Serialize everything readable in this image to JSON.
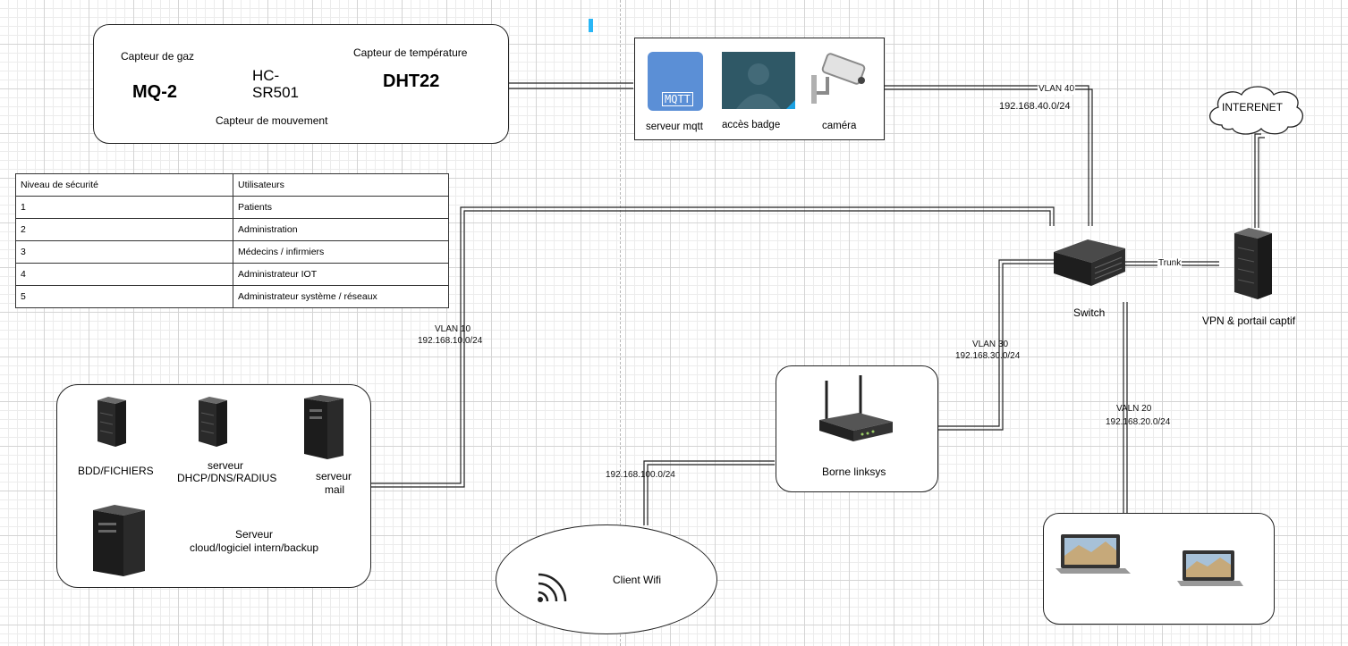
{
  "sensors": {
    "gas_label": "Capteur de gaz",
    "gas_model": "MQ-2",
    "motion_model": "HC-SR501",
    "motion_label": "Capteur de mouvement",
    "temp_label": "Capteur de température",
    "temp_model": "DHT22"
  },
  "services": {
    "mqtt_icon_text": "MQTT",
    "mqtt_label": "serveur mqtt",
    "badge_label": "accès badge",
    "camera_label": "caméra"
  },
  "table": {
    "headers": [
      "Niveau de sécurité",
      "Utilisateurs"
    ],
    "rows": [
      [
        "1",
        "Patients"
      ],
      [
        "2",
        "Administration"
      ],
      [
        "3",
        "Médecins / infirmiers"
      ],
      [
        "4",
        "Administrateur IOT"
      ],
      [
        "5",
        "Administrateur système / réseaux"
      ]
    ]
  },
  "network": {
    "vlan40": "VLAN 40",
    "vlan40_net": "192.168.40.0/24",
    "vlan10": "VLAN 10",
    "vlan10_net": "192.168.10.0/24",
    "vlan30": "VLAN 30",
    "vlan30_net": "192.168.30.0/24",
    "vlan20": "VALN 20",
    "vlan20_net": "192.168.20.0/24",
    "wifi_net": "192.168.100.0/24",
    "trunk": "Trunk"
  },
  "nodes": {
    "internet": "INTERENET",
    "switch": "Switch",
    "vpn": "VPN & portail captif",
    "router": "Borne  linksys",
    "wifi_client": "Client Wifi"
  },
  "servers": {
    "bdd": "BDD/FICHIERS",
    "dhcp_line1": "serveur",
    "dhcp_line2": "DHCP/DNS/RADIUS",
    "mail_line1": "serveur",
    "mail_line2": "mail",
    "cloud_line1": "Serveur",
    "cloud_line2": "cloud/logiciel intern/backup"
  },
  "colors": {
    "mqtt_blue": "#5b8fd6",
    "badge_teal": "#2f5866",
    "badge_accent": "#1ba1e2",
    "cursor": "#29b6f6"
  }
}
